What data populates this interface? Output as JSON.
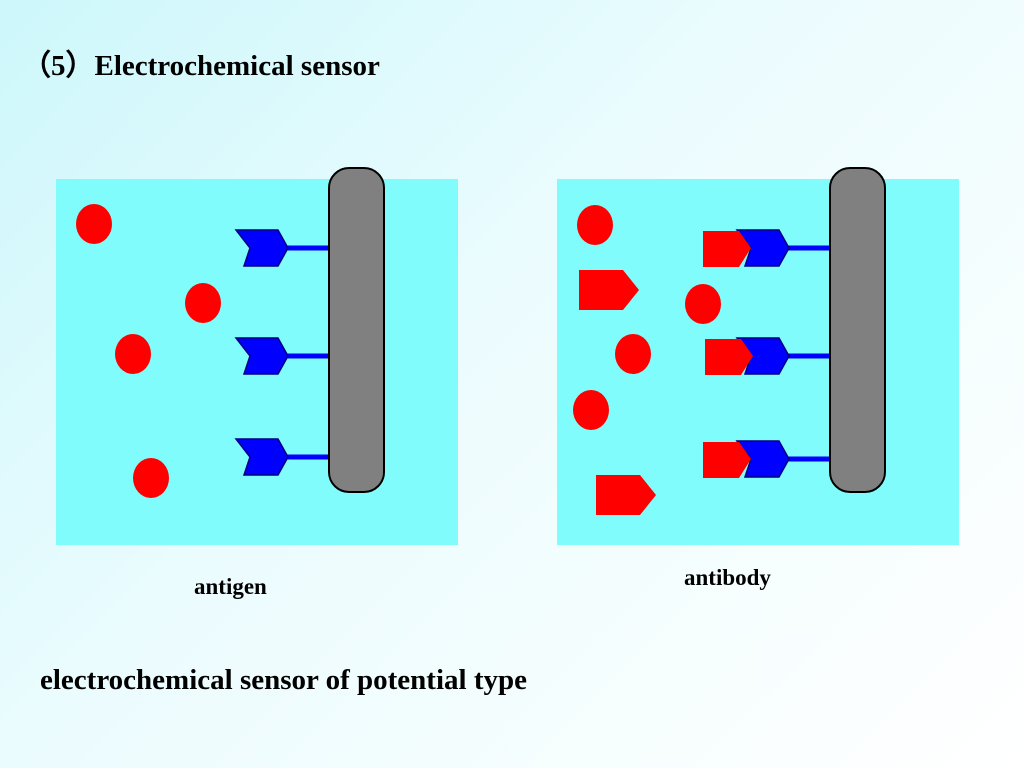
{
  "slide": {
    "title": "（5）Electrochemical sensor",
    "label_left": "antigen",
    "label_right": "antibody",
    "caption": "electrochemical sensor of potential type"
  },
  "colors": {
    "solution": "#80fcfc",
    "electrode": "#808080",
    "antibody": "#0000ff",
    "antigen": "#ff0000"
  },
  "icons": [
    "antigen-dot-icon",
    "antibody-receptor-icon",
    "bound-antigen-icon",
    "electrode-icon"
  ]
}
